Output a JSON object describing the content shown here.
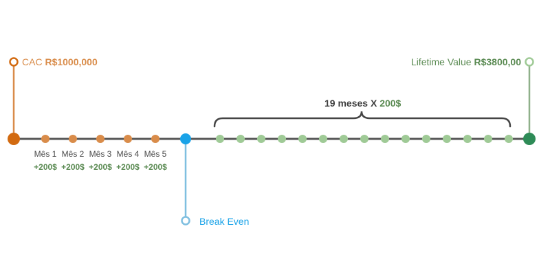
{
  "colors": {
    "orange": "#d98c4a",
    "dark_orange": "#d26a10",
    "blue": "#1aa3e8",
    "light_blue": "#7fbfe0",
    "green": "#2e8b57",
    "light_green": "#9fca96",
    "line": "#555555",
    "text_green": "#5a8a52"
  },
  "cac": {
    "label": "CAC",
    "value": "R$1000,000"
  },
  "ltv": {
    "label": "Lifetime Value",
    "value": "R$3800,00"
  },
  "break_even": {
    "label": "Break Even"
  },
  "brace": {
    "months_text": "19 meses X",
    "amount": "200$"
  },
  "months": [
    {
      "label": "Mês 1",
      "amount": "+200$"
    },
    {
      "label": "Mês 2",
      "amount": "+200$"
    },
    {
      "label": "Mês 3",
      "amount": "+200$"
    },
    {
      "label": "Mês 4",
      "amount": "+200$"
    },
    {
      "label": "Mês 5",
      "amount": "+200$"
    }
  ],
  "green_dot_count": 15
}
